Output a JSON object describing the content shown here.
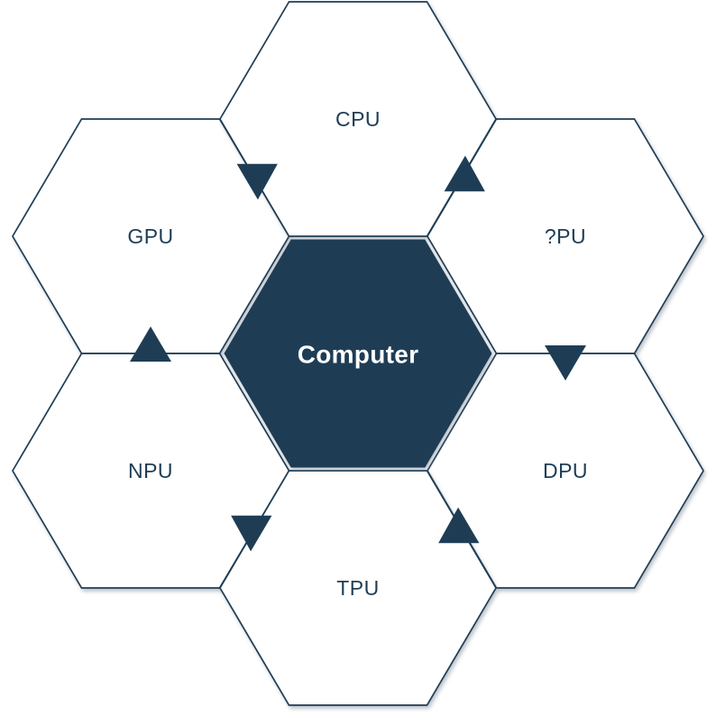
{
  "diagram": {
    "type": "hexagon-cycle",
    "center": {
      "label": "Computer"
    },
    "nodes": [
      {
        "id": "cpu",
        "label": "CPU",
        "position": "top"
      },
      {
        "id": "qpu",
        "label": "?PU",
        "position": "upper-right"
      },
      {
        "id": "dpu",
        "label": "DPU",
        "position": "lower-right"
      },
      {
        "id": "tpu",
        "label": "TPU",
        "position": "bottom"
      },
      {
        "id": "npu",
        "label": "NPU",
        "position": "lower-left"
      },
      {
        "id": "gpu",
        "label": "GPU",
        "position": "upper-left"
      }
    ],
    "arrows": [
      {
        "from": "GPU",
        "to": "CPU"
      },
      {
        "from": "CPU",
        "to": "?PU"
      },
      {
        "from": "?PU",
        "to": "DPU"
      },
      {
        "from": "DPU",
        "to": "TPU"
      },
      {
        "from": "TPU",
        "to": "NPU"
      },
      {
        "from": "NPU",
        "to": "GPU"
      }
    ],
    "flow_direction": "clockwise",
    "colors": {
      "accent": "#1e3d55",
      "node_fill": "#ffffff",
      "node_border": "#1e3d55",
      "node_label": "#1e3d55",
      "center_fill": "#1e3d55",
      "center_label": "#ffffff",
      "background": "#ffffff"
    }
  }
}
